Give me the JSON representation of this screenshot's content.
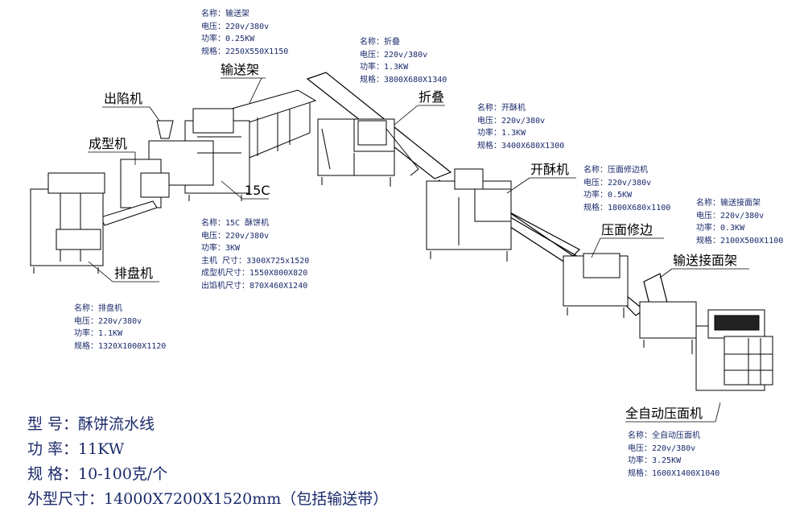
{
  "labels": {
    "conveyor": "输送架",
    "filler": "出陷机",
    "former": "成型机",
    "model_15c": "15C",
    "tray": "排盘机",
    "fold": "折叠",
    "laminator": "开酥机",
    "trimmer": "压面修边",
    "receiver": "输送接面架",
    "sheeter": "全自动压面机"
  },
  "specs": {
    "conveyor": [
      "名称：输送架",
      "电压：220v/380v",
      "功率：0.25KW",
      "规格：2250X550X1150"
    ],
    "fold": [
      "名称：折叠",
      "电压：220v/380v",
      "功率：1.3KW",
      "规格：3800X680X1340"
    ],
    "laminator": [
      "名称：开酥机",
      "电压：220v/380v",
      "功率：1.3KW",
      "规格：3400X680X1300"
    ],
    "trimmer": [
      "名称：压面修边机",
      "电压：220v/380v",
      "功率：0.5KW",
      "规格：1800X680x1100"
    ],
    "receiver": [
      "名称：输送接面架",
      "电压：220v/380v",
      "功率：0.3KW",
      "规格：2100X500X1100"
    ],
    "model_15c": [
      "名称：15C 酥饼机",
      "电压：220v/380v",
      "功率：3KW",
      "主机  尺寸：3300X725x1520",
      "成型机尺寸：1550X800X820",
      "出馅机尺寸：870X460X1240"
    ],
    "tray": [
      "名称：排盘机",
      "电压：220v/380v",
      "功率：1.1KW",
      "规格：1320X1000X1120"
    ],
    "sheeter": [
      "名称：全自动压面机",
      "电压：220v/380v",
      "功率：3.25KW",
      "规格：1600X1400X1040"
    ]
  },
  "summary": {
    "model": "型    号：酥饼流水线",
    "power": "功    率：11KW",
    "spec": "规    格：10-100克/个",
    "size": "外型尺寸：14000X7200X1520mm（包括输送带）"
  },
  "colors": {
    "spec_text": "#1b2a6b",
    "line": "#000000"
  }
}
